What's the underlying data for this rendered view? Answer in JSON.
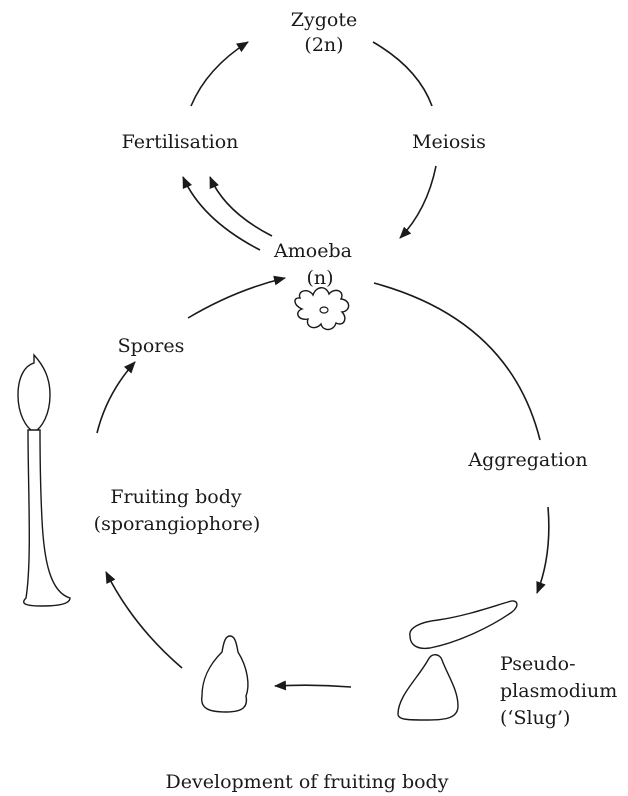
{
  "labels": {
    "zygote": "Zygote",
    "zygote_ploidy": "(2n)",
    "meiosis": "Meiosis",
    "fertilisation": "Fertilisation",
    "amoeba": "Amoeba",
    "amoeba_ploidy": "(n)",
    "spores": "Spores",
    "aggregation": "Aggregation",
    "fruiting_body": "Fruiting body",
    "sporangiophore": "(sporangiophore)",
    "pseudo_1": "Pseudo-",
    "pseudo_2": "plasmodium",
    "pseudo_3": "(‘Slug’)",
    "development": "Development of fruiting body"
  },
  "colors": {
    "line": "#1a1a1a",
    "background": "#ffffff"
  },
  "icons": [
    "amoeba-icon",
    "sporangiophore-icon",
    "slug-icon",
    "mound-icon",
    "bell-fruiting-icon"
  ]
}
